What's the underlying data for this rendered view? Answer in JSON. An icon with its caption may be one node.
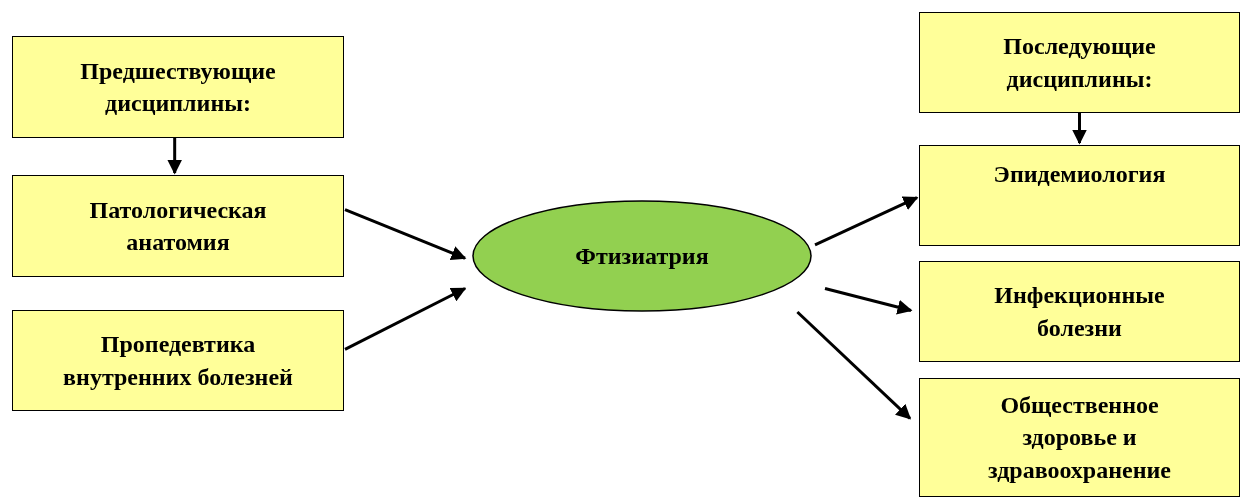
{
  "diagram": {
    "nodes": [
      {
        "text": [
          "Предшествующие дисциплины:"
        ]
      },
      {
        "text": [
          "Патологическая анатомия"
        ]
      },
      {
        "text": [
          "Пропедевтика внутренних болезней"
        ]
      },
      {
        "text": [
          "Фтизиатрия"
        ]
      },
      {
        "text": [
          "Последующие дисциплины:"
        ]
      },
      {
        "text": [
          "Эпидемиология"
        ]
      },
      {
        "text": [
          "Инфекционные болезни"
        ]
      },
      {
        "text": [
          "Общественное здоровье и здравоохранение"
        ]
      }
    ],
    "edges": [
      {
        "from": 0,
        "to": 1,
        "arrow": "to"
      },
      {
        "from": 1,
        "to": 3,
        "arrow": "to"
      },
      {
        "from": 2,
        "to": 3,
        "arrow": "to"
      },
      {
        "from": 3,
        "to": 5,
        "arrow": "to"
      },
      {
        "from": 3,
        "to": 6,
        "arrow": "to"
      },
      {
        "from": 3,
        "to": 7,
        "arrow": "to"
      },
      {
        "from": 4,
        "to": 5,
        "arrow": "to"
      }
    ]
  }
}
